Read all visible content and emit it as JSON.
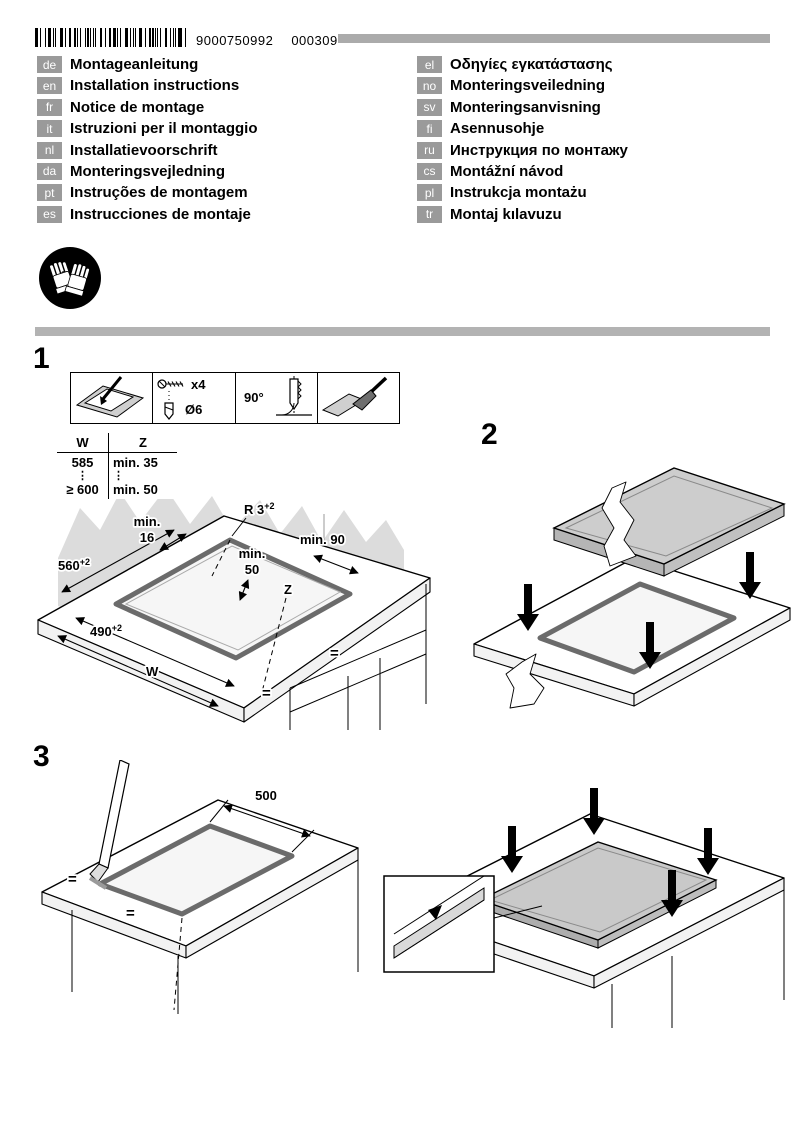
{
  "header": {
    "doc_number": "9000750992",
    "doc_code": "000309"
  },
  "languages_left": [
    {
      "code": "de",
      "title": "Montageanleitung"
    },
    {
      "code": "en",
      "title": "Installation instructions"
    },
    {
      "code": "fr",
      "title": "Notice de montage"
    },
    {
      "code": "it",
      "title": "Istruzioni per il montaggio"
    },
    {
      "code": "nl",
      "title": "Installatievoorschrift"
    },
    {
      "code": "da",
      "title": "Monteringsvejledning"
    },
    {
      "code": "pt",
      "title": "Instruções de montagem"
    },
    {
      "code": "es",
      "title": "Instrucciones de montaje"
    }
  ],
  "languages_right": [
    {
      "code": "el",
      "title": "Οδηγίες εγκατάστασης"
    },
    {
      "code": "no",
      "title": "Monteringsveiledning"
    },
    {
      "code": "sv",
      "title": "Monteringsanvisning"
    },
    {
      "code": "fi",
      "title": "Asennusohje"
    },
    {
      "code": "ru",
      "title": "Инструкция по монтажу"
    },
    {
      "code": "cs",
      "title": "Montážní návod"
    },
    {
      "code": "pl",
      "title": "Instrukcja montażu"
    },
    {
      "code": "tr",
      "title": "Montaj kılavuzu"
    }
  ],
  "step1": {
    "label": "1",
    "tools": {
      "screw_count": "x4",
      "drill_diameter": "Ø6",
      "angle": "90°"
    },
    "table": {
      "col_w": "W",
      "col_z": "Z",
      "row1_w": "585",
      "row1_z": "min. 35",
      "dots": "⋮",
      "row2_w": "≥ 600",
      "row2_z": "min. 50"
    },
    "dims": {
      "min16_l1": "min.",
      "min16_l2": "16",
      "r_v": "R 3",
      "r_sup": "+2",
      "min90": "min. 90",
      "d560_v": "560",
      "d560_sup": "+2",
      "min50_l1": "min.",
      "min50_l2": "50",
      "z": "Z",
      "d490_v": "490",
      "d490_sup": "+2",
      "w": "W",
      "eq": "="
    }
  },
  "step2": {
    "label": "2"
  },
  "step3": {
    "label": "3",
    "dims": {
      "d500": "500",
      "eq": "="
    }
  }
}
